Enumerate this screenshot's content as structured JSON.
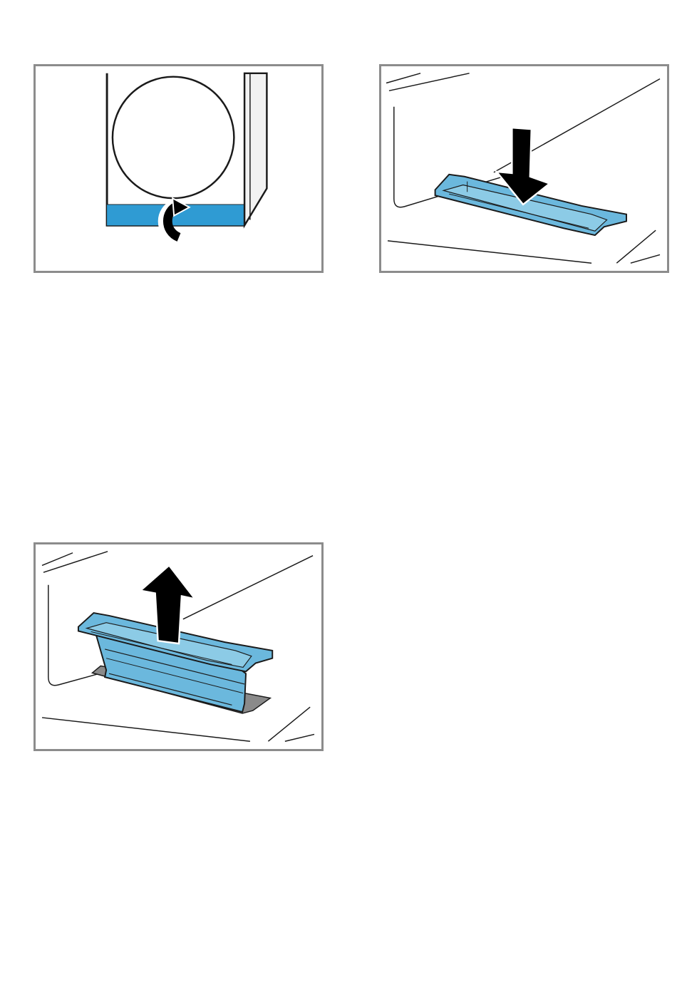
{
  "document": {
    "figures": [
      {
        "id": "fig-1",
        "icons": [
          "dryer-front-icon",
          "curved-arrow-icon"
        ],
        "accent_color": "#2f9bd3"
      },
      {
        "id": "fig-2",
        "icons": [
          "filter-tray-icon",
          "down-arrow-icon"
        ],
        "accent_color": "#6bb8dd"
      },
      {
        "id": "fig-3",
        "icons": [
          "filter-tray-raised-icon",
          "up-arrow-icon"
        ],
        "accent_color": "#6bb8dd"
      }
    ],
    "colors": {
      "border": "#8c8c8c",
      "line": "#1a1a1a",
      "accent_dark": "#2f9bd3",
      "accent_light": "#6bb8dd",
      "slot": "#8a8a8a"
    }
  }
}
